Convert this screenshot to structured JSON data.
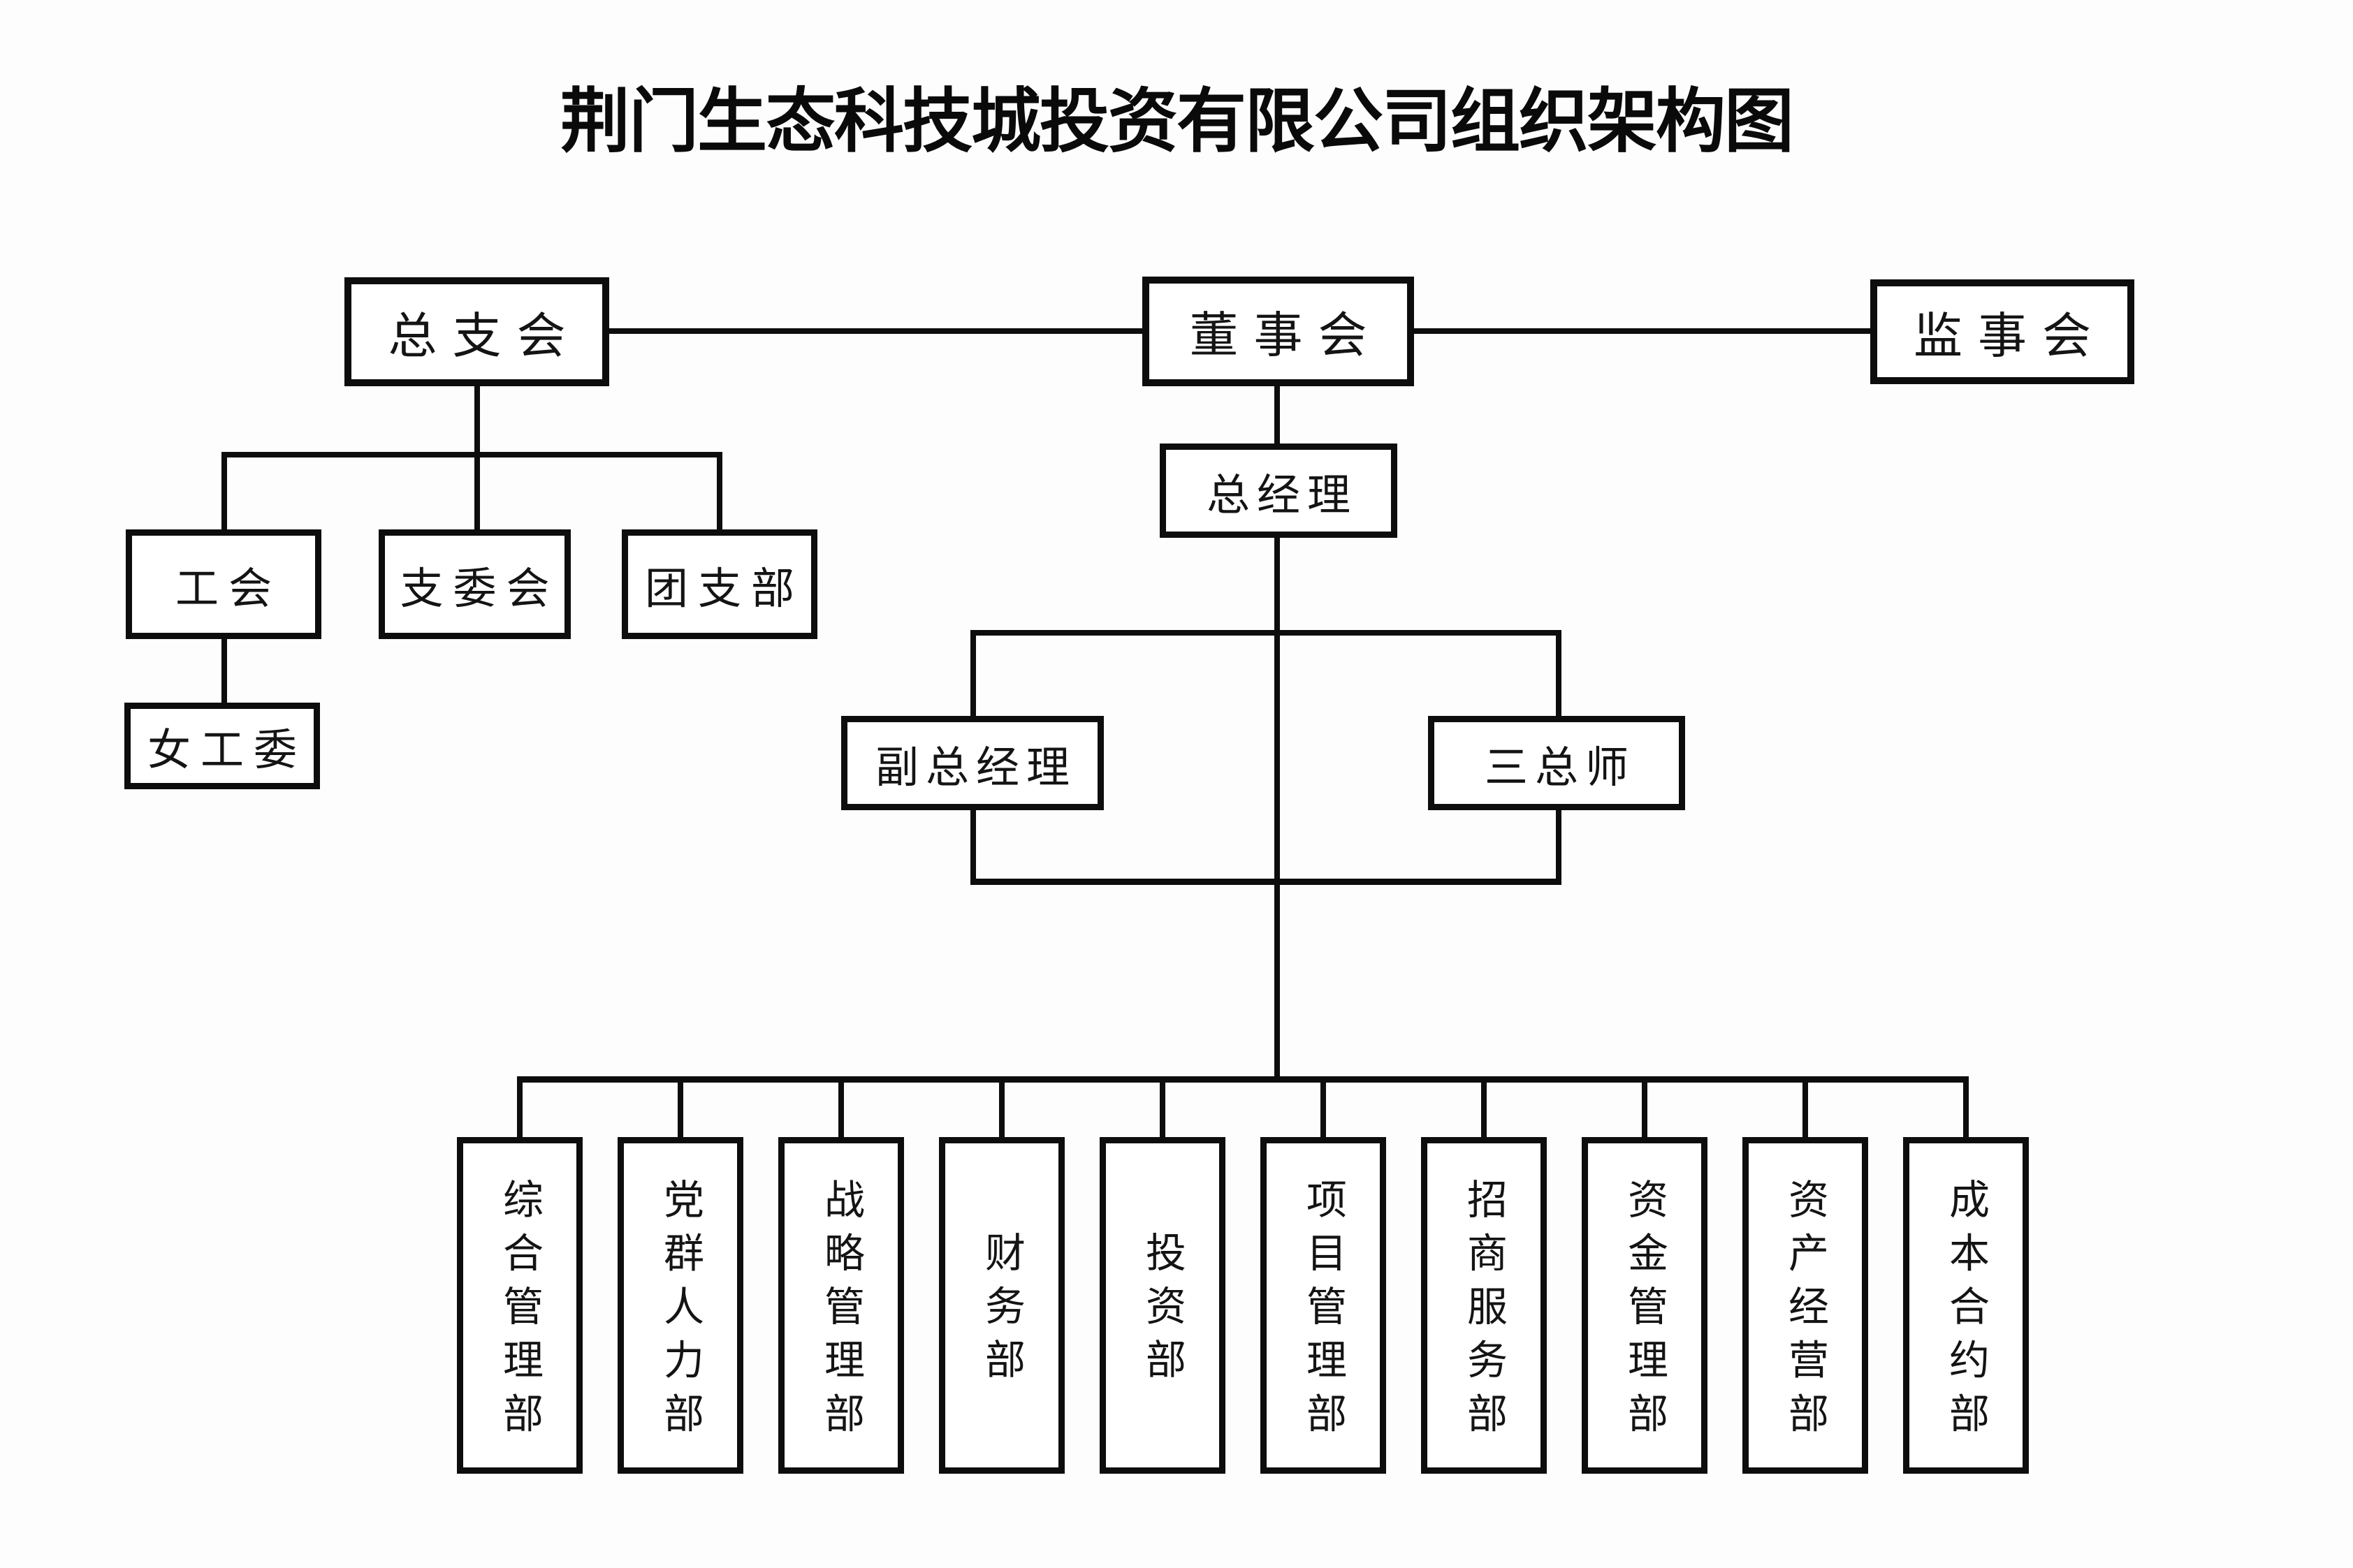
{
  "title": "荆门生态科技城投资有限公司组织架构图",
  "org": {
    "party_general_branch": "总支会",
    "board_of_directors": "董事会",
    "board_of_supervisors": "监事会",
    "labor_union": "工会",
    "branch_committee": "支委会",
    "youth_league_branch": "团支部",
    "women_workers_committee": "女工委",
    "general_manager": "总经理",
    "deputy_general_manager": "副总经理",
    "three_chief_engineers": "三总师",
    "departments": [
      "综合管理部",
      "党群人力部",
      "战略管理部",
      "财务部",
      "投资部",
      "项目管理部",
      "招商服务部",
      "资金管理部",
      "资产经营部",
      "成本合约部"
    ]
  },
  "structure": {
    "top_row_links": [
      [
        "总支会",
        "董事会"
      ],
      [
        "董事会",
        "监事会"
      ]
    ],
    "edges": [
      [
        "总支会",
        "工会"
      ],
      [
        "总支会",
        "支委会"
      ],
      [
        "总支会",
        "团支部"
      ],
      [
        "工会",
        "女工委"
      ],
      [
        "董事会",
        "总经理"
      ],
      [
        "总经理",
        "副总经理"
      ],
      [
        "总经理",
        "三总师"
      ],
      [
        "总经理",
        "综合管理部"
      ],
      [
        "总经理",
        "党群人力部"
      ],
      [
        "总经理",
        "战略管理部"
      ],
      [
        "总经理",
        "财务部"
      ],
      [
        "总经理",
        "投资部"
      ],
      [
        "总经理",
        "项目管理部"
      ],
      [
        "总经理",
        "招商服务部"
      ],
      [
        "总经理",
        "资金管理部"
      ],
      [
        "总经理",
        "资产经营部"
      ],
      [
        "总经理",
        "成本合约部"
      ]
    ]
  },
  "colors": {
    "background": "#fdfdfd",
    "line": "#0d0d0d",
    "text": "#141414",
    "box_fill": "#ffffff"
  }
}
